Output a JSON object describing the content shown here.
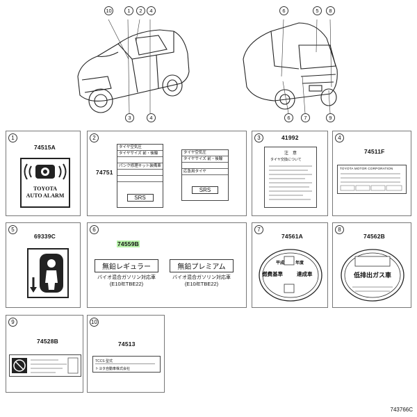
{
  "top_view": {
    "left_callouts": [
      "10",
      "1",
      "2",
      "4",
      "3",
      "4"
    ],
    "right_callouts": [
      "6",
      "5",
      "8",
      "6",
      "7",
      "9"
    ]
  },
  "panels": [
    {
      "num": "1",
      "part": "74515A",
      "text_lines": [
        "TOYOTA",
        "AUTO ALARM"
      ]
    },
    {
      "num": "2",
      "part": "74751",
      "label_a_lines": [
        "タイヤ空気圧",
        "タイヤサイズ  前・後輪",
        "パンク修理キット装備車"
      ],
      "label_b_lines": [
        "タイヤ空気圧",
        "タイヤサイズ  前・後輪",
        "応急用タイヤ"
      ],
      "srs": "SRS"
    },
    {
      "num": "3",
      "part": "41992",
      "title": "注　意",
      "line1": "タイヤ交換について"
    },
    {
      "num": "4",
      "part": "74511F",
      "header": "TOYOTA MOTOR CORPORATION"
    },
    {
      "num": "5",
      "part": "69339C"
    },
    {
      "num": "6",
      "part": "74559B",
      "label_a": [
        "無鉛レギュラー",
        "バイオ混合ガソリン対応車",
        "(E10/ETBE22)"
      ],
      "label_b": [
        "無鉛プレミアム",
        "バイオ混合ガソリン対応車",
        "(E10/ETBE22)"
      ]
    },
    {
      "num": "7",
      "part": "74561A",
      "words": [
        "平成",
        "年度",
        "燃費基準",
        "達成車"
      ]
    },
    {
      "num": "8",
      "part": "74562B",
      "words": [
        "低排出ガス車"
      ]
    },
    {
      "num": "9",
      "part": "74528B"
    },
    {
      "num": "10",
      "part": "74513",
      "line1": "TCCS 型式",
      "line2": "トヨタ自動車株式会社"
    }
  ],
  "footer": {
    "code": "743766C"
  }
}
